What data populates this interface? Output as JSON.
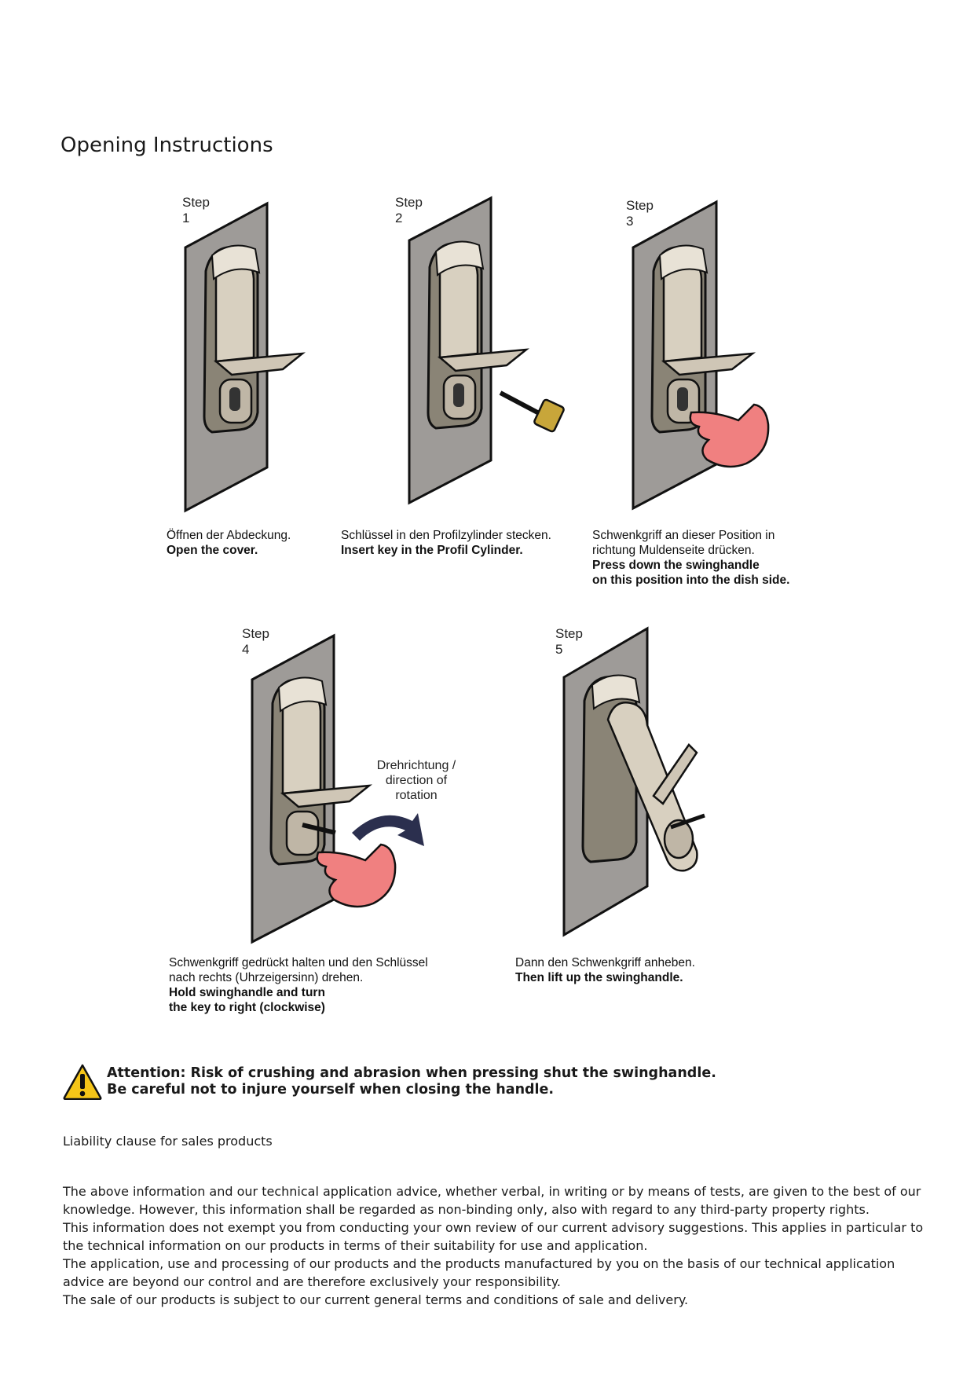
{
  "page": {
    "title": "Opening Instructions"
  },
  "steps": [
    {
      "label": "Step 1",
      "de": "Öffnen der Abdeckung.",
      "en": "Open the cover."
    },
    {
      "label": "Step 2",
      "de": "Schlüssel in den Profilzylinder stecken.",
      "en": "Insert key in the Profil Cylinder."
    },
    {
      "label": "Step 3",
      "de": "Schwenkgriff an dieser Position in\nrichtung Muldenseite drücken.",
      "en": "Press down the swinghandle\non this position into the dish side."
    },
    {
      "label": "Step 4",
      "de": "Schwenkgriff gedrückt halten und den Schlüssel\nnach rechts (Uhrzeigersinn) drehen.",
      "en": "Hold swinghandle and turn\nthe key to right (clockwise)"
    },
    {
      "label": "Step 5",
      "de": "Dann den Schwenkgriff anheben.",
      "en": "Then lift up the swinghandle."
    }
  ],
  "rotation_label": "Drehrichtung /\ndirection of\nrotation",
  "warning": {
    "icon": "warning-triangle-icon",
    "line1": "Attention: Risk of crushing and abrasion when pressing shut the swinghandle.",
    "line2": "Be careful not to injure yourself when closing the handle."
  },
  "liability": {
    "title": "Liability clause for sales products",
    "paragraphs": [
      "The above information and our technical application advice, whether verbal, in writing or by means of tests, are given to the best of our knowledge. However, this information shall be regarded as non-binding only, also with regard to any third-party property rights.",
      "This information does not exempt you from conducting your own review of our current advisory suggestions. This applies in particular to the technical information on our products in terms of their suitability for use and application.",
      "The application, use and processing of our products and the products manufactured by you on the basis of our technical application advice are beyond our control and are therefore exclusively your responsibility.",
      "The sale of our products is subject to our current general terms and conditions of sale and delivery."
    ]
  },
  "colors": {
    "plate": "#9e9b98",
    "handle": "#c9c0b0",
    "hand": "#f08080",
    "arrow": "#2b2f4e",
    "warning": "#f5c518"
  }
}
